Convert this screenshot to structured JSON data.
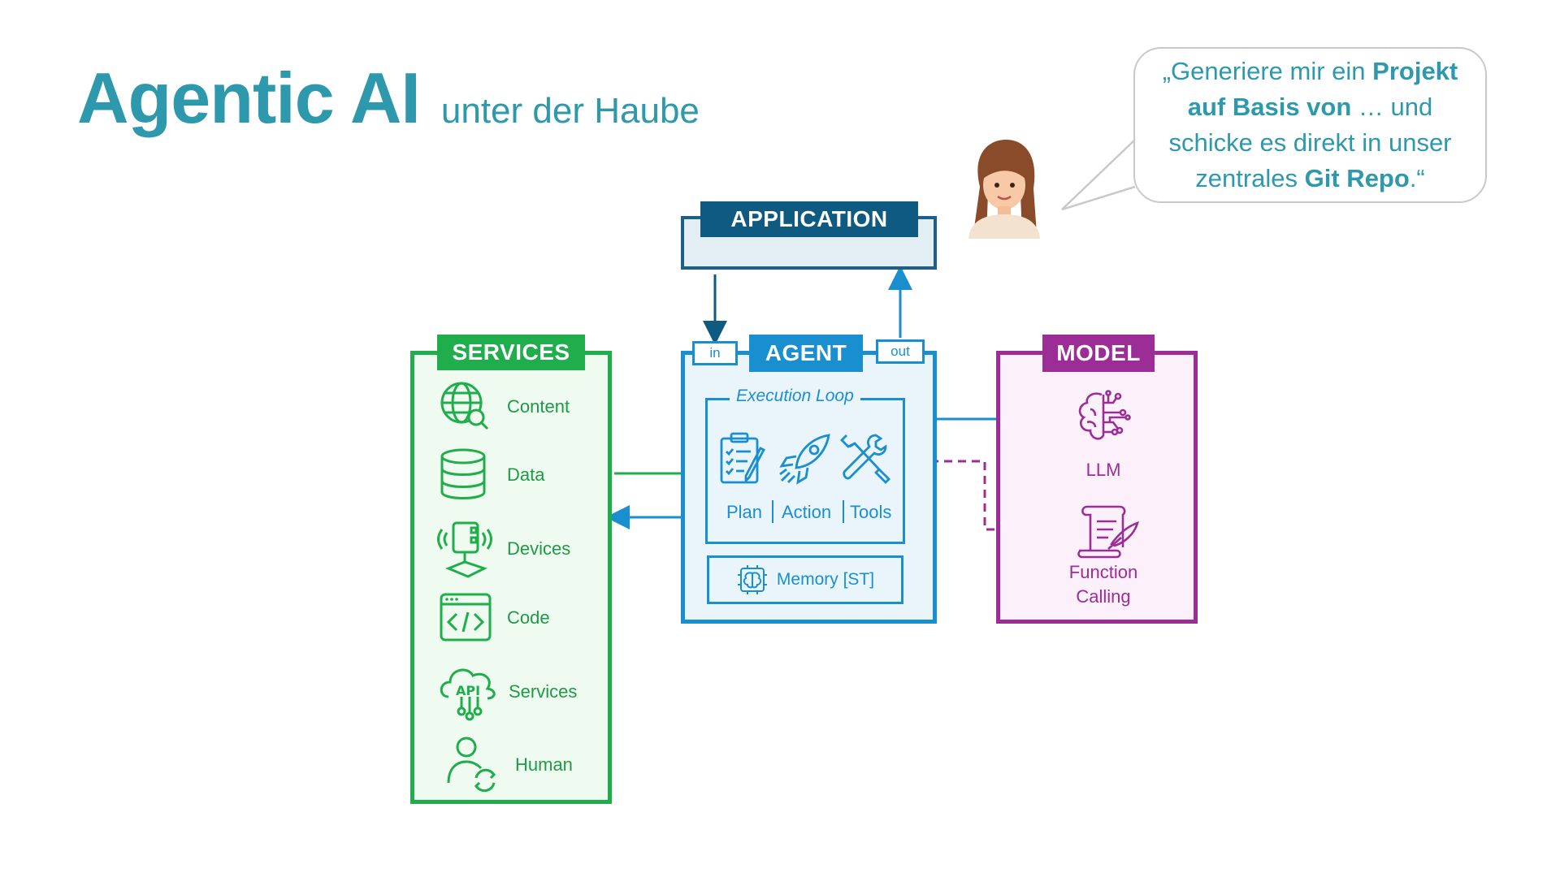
{
  "title": {
    "main": "Agentic AI",
    "sub": "unter der Haube"
  },
  "bubble": {
    "text_1": "„Generiere mir ein ",
    "bold_1": "Projekt",
    "bold_2": "auf Basis von",
    "text_2": " … und",
    "text_3": "schicke es direkt in unser",
    "text_4": "zentrales ",
    "bold_3": "Git Repo",
    "text_5": ".“"
  },
  "application": {
    "label": "APPLICATION"
  },
  "services": {
    "label": "SERVICES",
    "items": [
      {
        "label": "Content",
        "icon": "globe-search-icon"
      },
      {
        "label": "Data",
        "icon": "database-icon"
      },
      {
        "label": "Devices",
        "icon": "device-icon"
      },
      {
        "label": "Code",
        "icon": "code-window-icon"
      },
      {
        "label": "Services",
        "icon": "api-cloud-icon"
      },
      {
        "label": "Human",
        "icon": "human-icon"
      }
    ]
  },
  "agent": {
    "label": "AGENT",
    "port_in": "in",
    "port_out": "out",
    "loop_label": "Execution Loop",
    "steps": [
      {
        "label": "Plan",
        "icon": "clipboard-icon"
      },
      {
        "label": "Action",
        "icon": "rocket-icon"
      },
      {
        "label": "Tools",
        "icon": "tools-icon"
      }
    ],
    "memory": "Memory [ST]"
  },
  "model": {
    "label": "MODEL",
    "llm": "LLM",
    "function_calling_1": "Function",
    "function_calling_2": "Calling"
  },
  "colors": {
    "title": "#2e98ad",
    "services": "#1fae4b",
    "agent": "#1a8fd0",
    "application": "#0f5a80",
    "model": "#9c2d96"
  }
}
